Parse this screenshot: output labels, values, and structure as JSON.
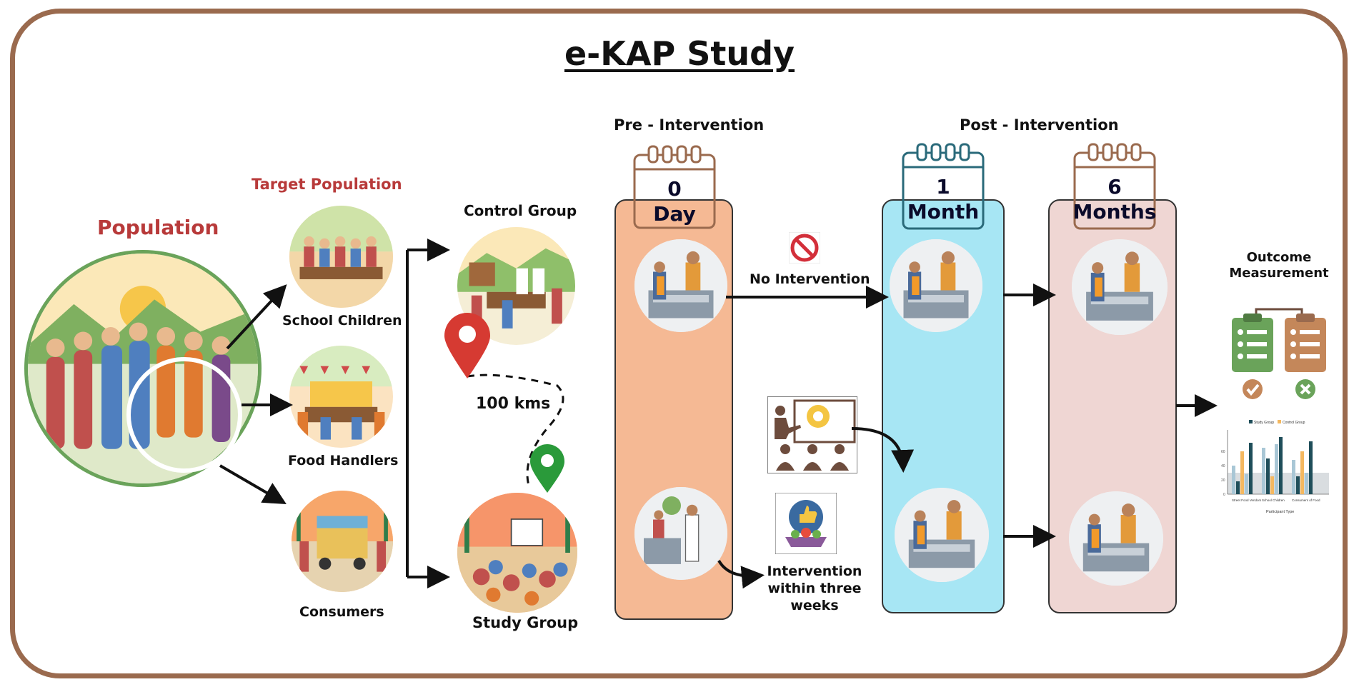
{
  "title": "e-KAP Study",
  "labels": {
    "population": "Population",
    "target_population": "Target Population",
    "school_children": "School Children",
    "food_handlers": "Food Handlers",
    "consumers": "Consumers",
    "control_group": "Control Group",
    "study_group": "Study Group",
    "distance": "100 kms",
    "pre_intervention": "Pre - Intervention",
    "post_intervention": "Post - Intervention",
    "no_intervention": "No Intervention",
    "intervention": "Intervention within three weeks",
    "outcome_line1": "Outcome",
    "outcome_line2": "Measurement"
  },
  "calendars": [
    {
      "number": "0",
      "unit": "Day"
    },
    {
      "number": "1",
      "unit": "Month"
    },
    {
      "number": "6",
      "unit": "Months"
    }
  ],
  "mini_chart": {
    "legend": [
      "Study Group",
      "Control Group"
    ],
    "categories": [
      "Street Food Vendors",
      "School Children",
      "Consumers of Food"
    ],
    "xlabel": "Participant Type",
    "y_ticks": [
      "0",
      "20",
      "40",
      "60"
    ]
  },
  "colors": {
    "frame": "#9a6a4e",
    "pre_band": "#f5b994",
    "month_band": "#a7e6f4",
    "months_band": "#efd6d3",
    "population_ring": "#6aa35a",
    "pin_red": "#d63a32",
    "pin_green": "#2a9a3a",
    "accent_red": "#b83a3a"
  },
  "icons": [
    "location-pin-red-icon",
    "location-pin-green-icon",
    "no-entry-icon",
    "classroom-icon",
    "thumbs-up-food-icon",
    "clipboard-check-icon",
    "clipboard-cross-icon",
    "bar-chart-icon",
    "calendar-icon"
  ]
}
